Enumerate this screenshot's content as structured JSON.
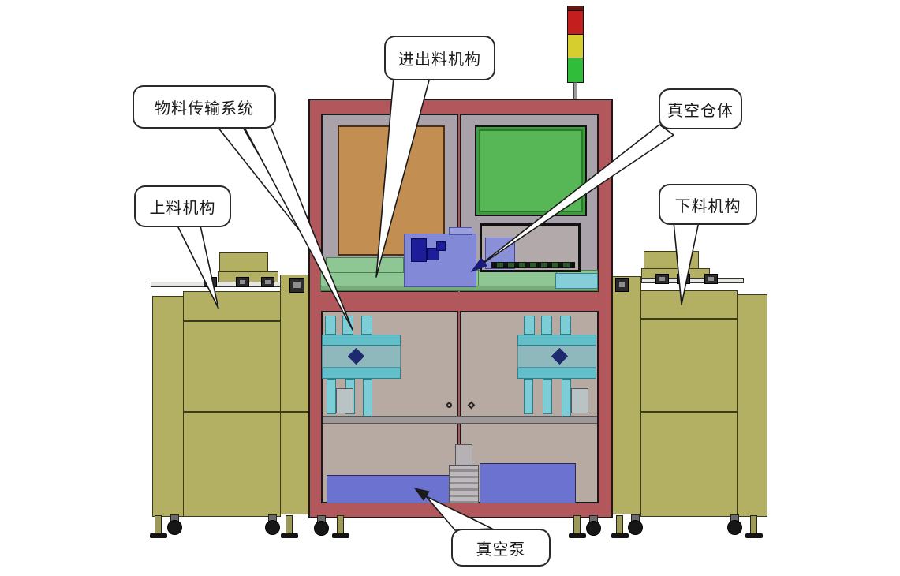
{
  "diagram": {
    "labels": {
      "feed_in_out": "进出料机构",
      "material_transfer": "物料传输系统",
      "vacuum_chamber": "真空仓体",
      "loading": "上料机构",
      "unloading": "下料机构",
      "vacuum_pump": "真空泵"
    },
    "colors": {
      "frame_red": "#b2585c",
      "cabinet_olive": "#b3af63",
      "door_orange": "#c28e52",
      "window_green": "#57b757",
      "conveyor_green": "#8fc794",
      "platform_blue": "#8289d6",
      "pump_blue": "#6b72cf",
      "machinery_teal": "#7ccdd6",
      "tower_red": "#c41e1e",
      "tower_yellow": "#d6ce2e",
      "tower_green": "#2fbd3a"
    }
  }
}
